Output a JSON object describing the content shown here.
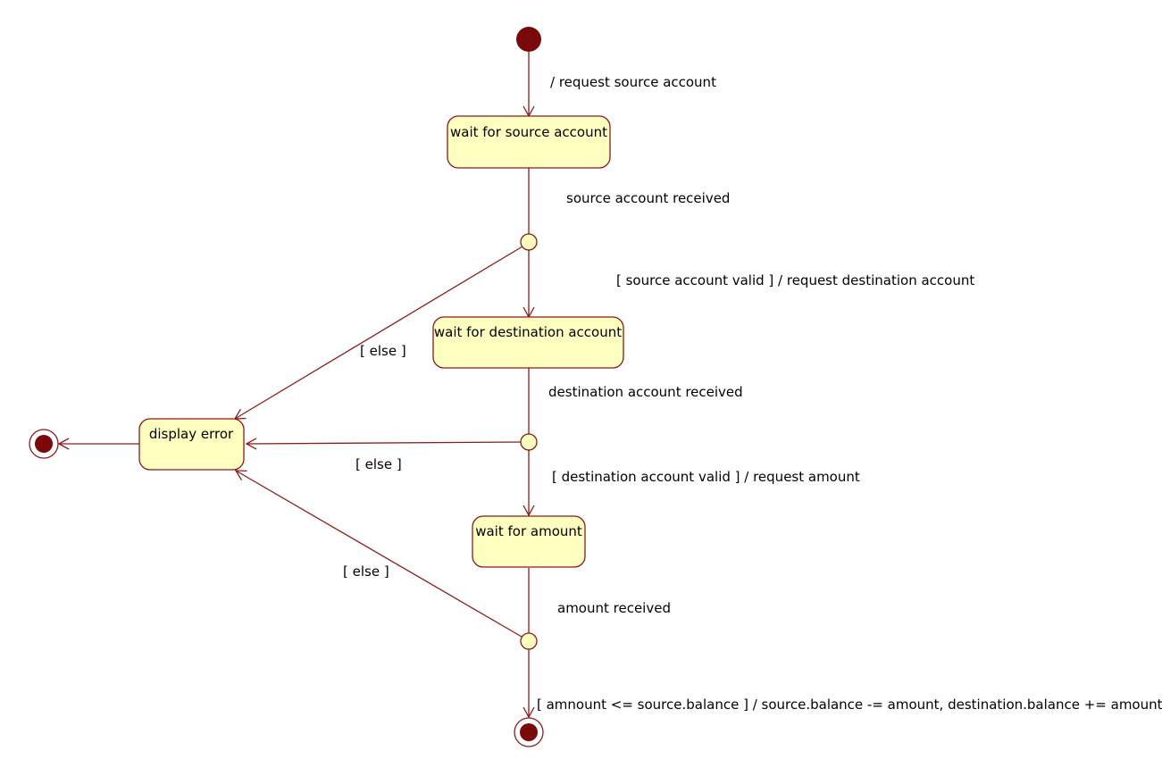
{
  "colors": {
    "line": "#8b1a1a",
    "state_fill": "#ffffc0",
    "node_fill": "#7a0a0a",
    "choice_fill": "#ffffc0",
    "text": "#000000"
  },
  "states": {
    "wait_source": "wait for source account",
    "wait_destination": "wait for destination account",
    "display_error": "display error",
    "wait_amount": "wait for amount"
  },
  "transitions": {
    "initial": "/ request source account",
    "source_received": "source account received",
    "source_valid": "[ source account valid ] / request destination account",
    "source_else": "[ else ]",
    "destination_received": "destination account received",
    "destination_else": "[ else ]",
    "destination_valid": "[ destination account valid ] / request amount",
    "amount_else": "[ else ]",
    "amount_received": "amount received",
    "amount_ok": "[ amnount <= source.balance ] / source.balance -= amount, destination.balance += amount"
  }
}
